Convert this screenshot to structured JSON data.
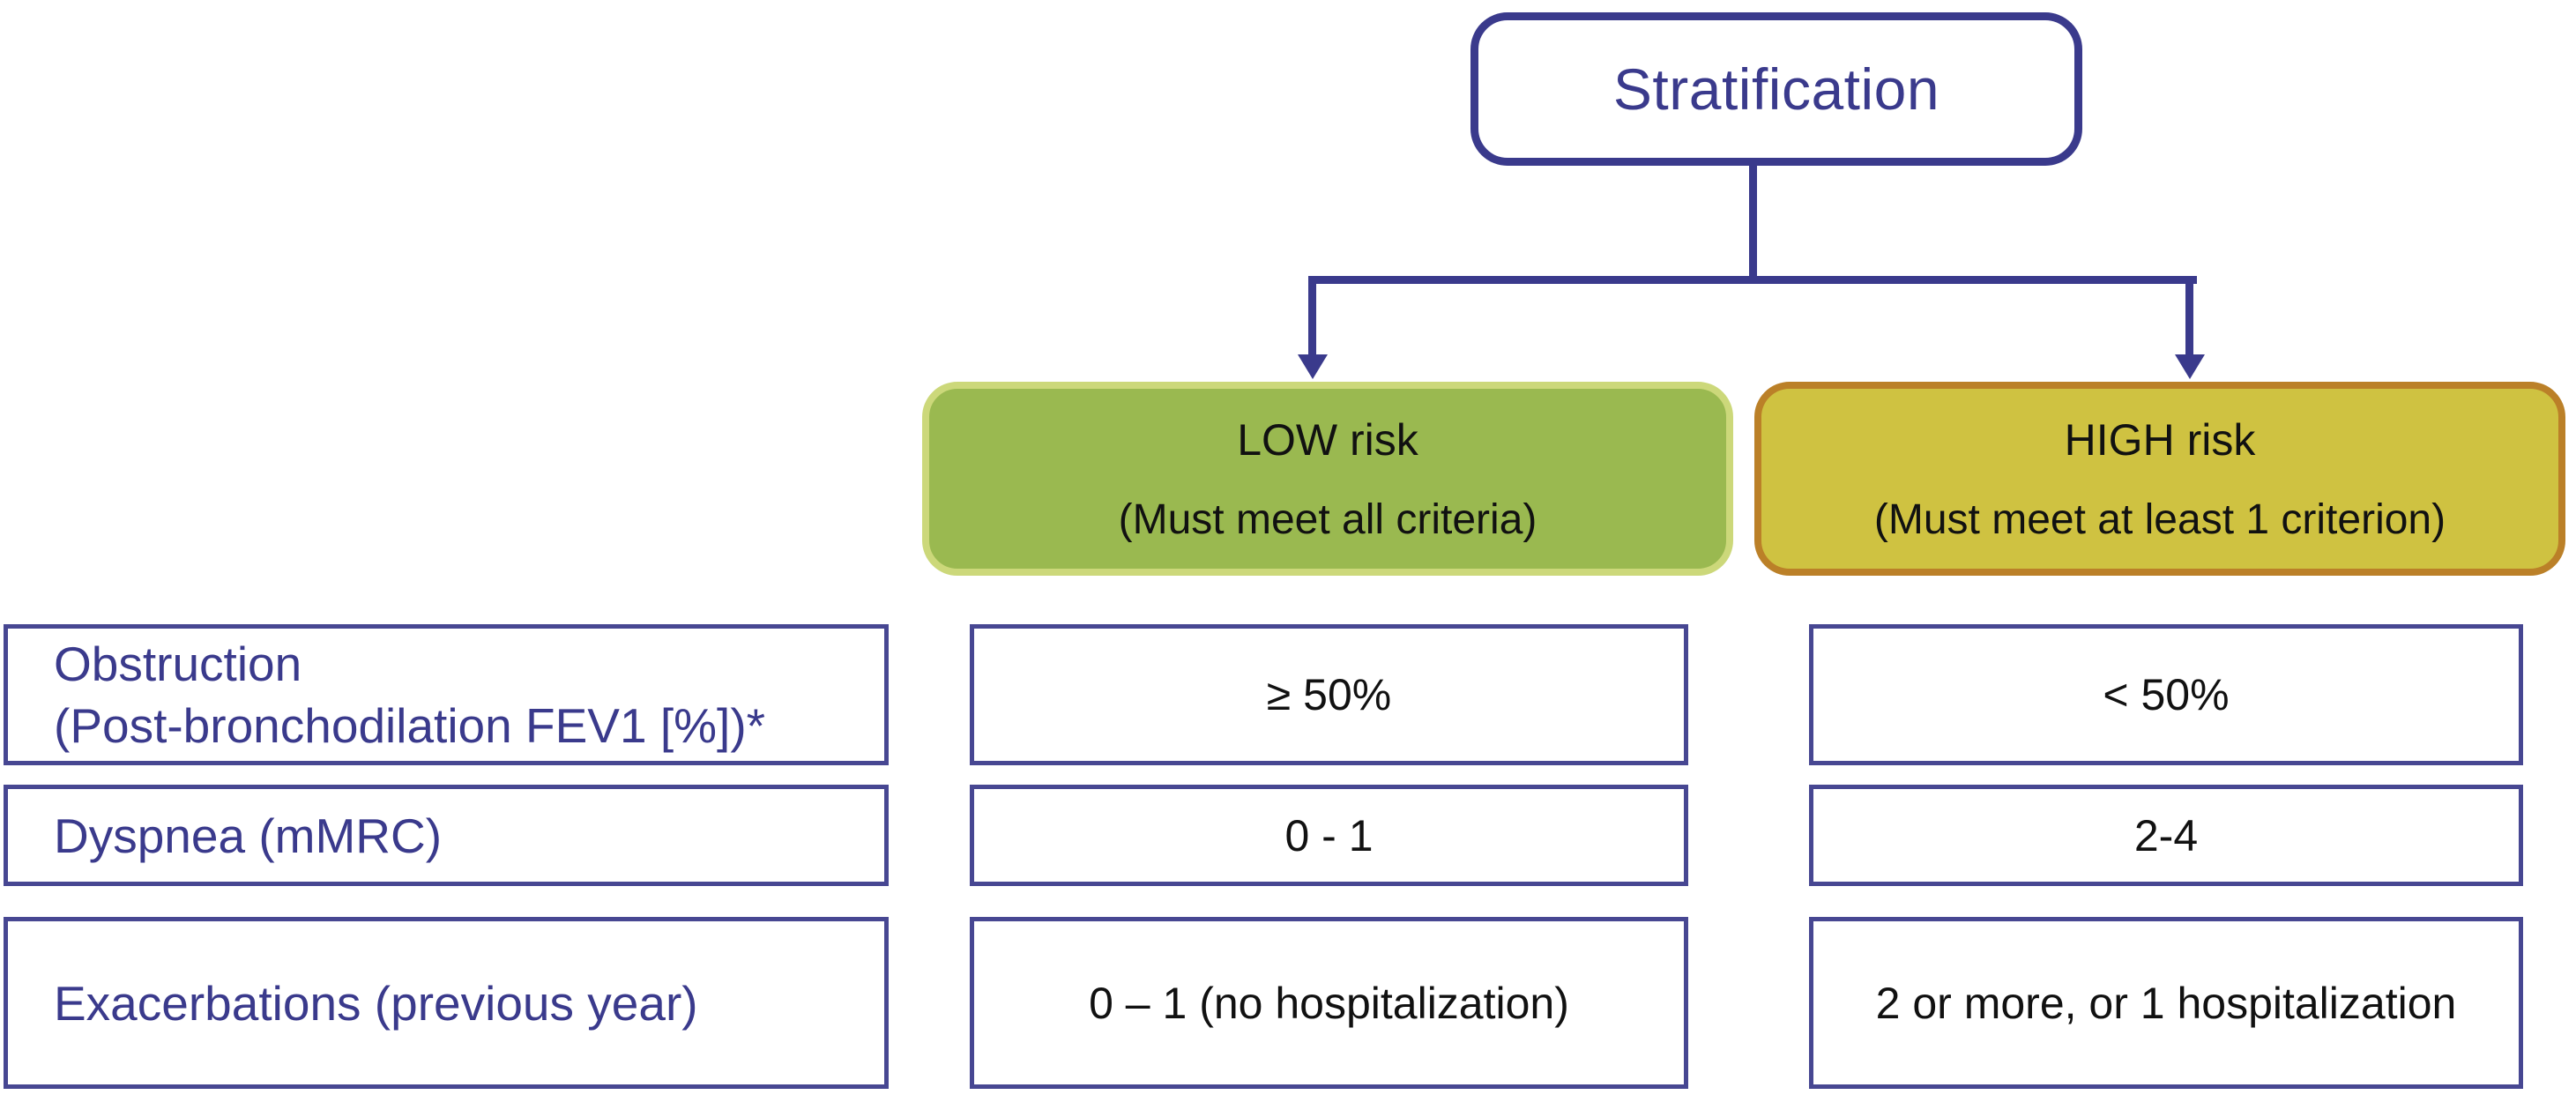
{
  "root": {
    "title": "Stratification"
  },
  "branches": {
    "low": {
      "title": "LOW risk",
      "subtitle": "(Must meet all criteria)",
      "fill_color": "#9ab950",
      "border_color": "#ccd87a"
    },
    "high": {
      "title": "HIGH risk",
      "subtitle": "(Must meet at least 1 criterion)",
      "fill_color": "#cfc241",
      "border_color": "#bb8028"
    }
  },
  "criteria": {
    "rows": [
      {
        "label_line1": "Obstruction",
        "label_line2": "(Post-bronchodilation FEV1 [%])*",
        "low": "≥ 50%",
        "high": "< 50%"
      },
      {
        "label_line1": "Dyspnea (mMRC)",
        "low": "0 - 1",
        "high": "2-4"
      },
      {
        "label_line1": "Exacerbations (previous year)",
        "low": "0 – 1 (no hospitalization)",
        "high": "2 or more, or 1 hospitalization"
      }
    ]
  },
  "colors": {
    "accent_blue": "#3a3a8c",
    "cell_border": "#474792",
    "text_black": "#111111",
    "background": "#ffffff"
  }
}
